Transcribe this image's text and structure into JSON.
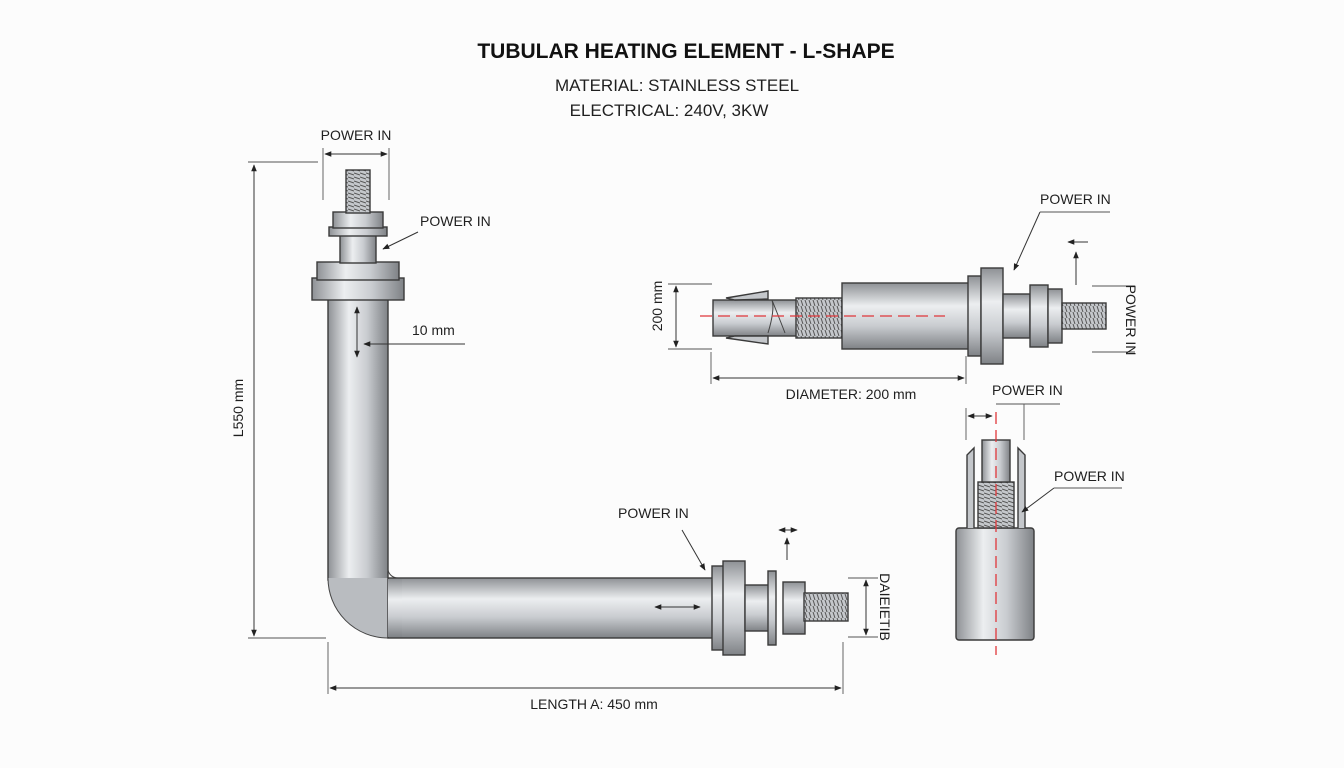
{
  "title": "TUBULAR HEATING ELEMENT - L-SHAPE",
  "material": "MATERIAL: STAINLESS STEEL",
  "electrical": "ELECTRICAL: 240V, 3KW",
  "labels": {
    "power_in_top": "POWER IN",
    "power_in_nut": "POWER IN",
    "wall_thickness": "10 mm",
    "height_dim": "L550 mm",
    "length_dim": "LENGTH A: 450 mm",
    "power_in_bottom": "POWER IN",
    "diameter_vertical": "DAIEIETIB",
    "side_power_in": "POWER IN",
    "side_power_in_vertical": "POWER IN",
    "side_height": "200 mm",
    "side_diameter": "DIAMETER: 200 mm",
    "end_power_in_top": "POWER IN",
    "end_power_in_side": "POWER IN"
  },
  "colors": {
    "metal_dark": "#8e9195",
    "metal_light": "#eceef0",
    "centerline": "#e0373b"
  }
}
